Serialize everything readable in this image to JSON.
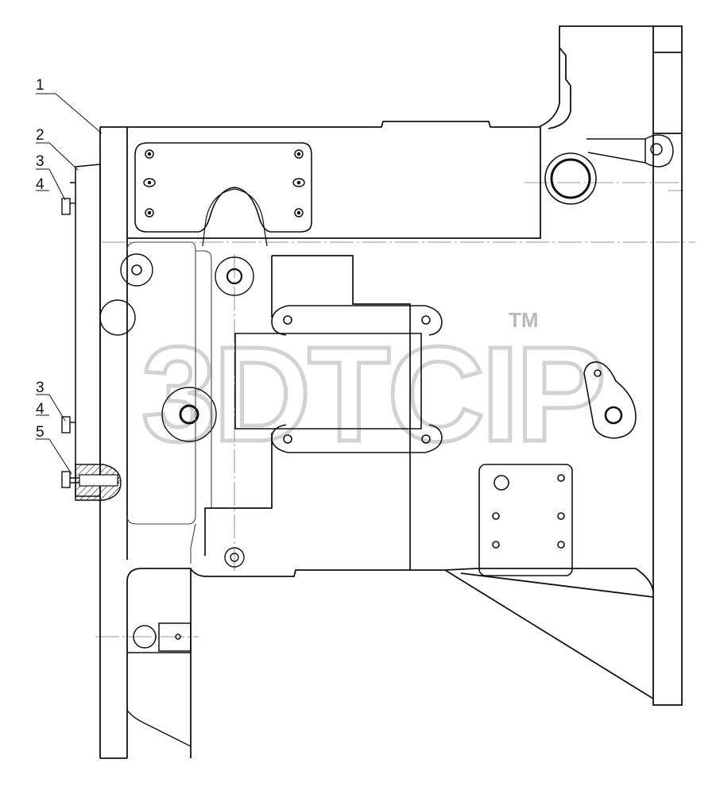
{
  "callouts": [
    {
      "id": "c1",
      "label": "1"
    },
    {
      "id": "c2",
      "label": "2"
    },
    {
      "id": "c3a",
      "label": "3"
    },
    {
      "id": "c4a",
      "label": "4"
    },
    {
      "id": "c3b",
      "label": "3"
    },
    {
      "id": "c4b",
      "label": "4"
    },
    {
      "id": "c5",
      "label": "5"
    }
  ],
  "watermark": {
    "text": "3DTCIP",
    "trademark": "TM"
  },
  "colors": {
    "line": "#111111",
    "thin": "#555555",
    "watermark": "#d2d2d2",
    "hatch": "#222222"
  }
}
